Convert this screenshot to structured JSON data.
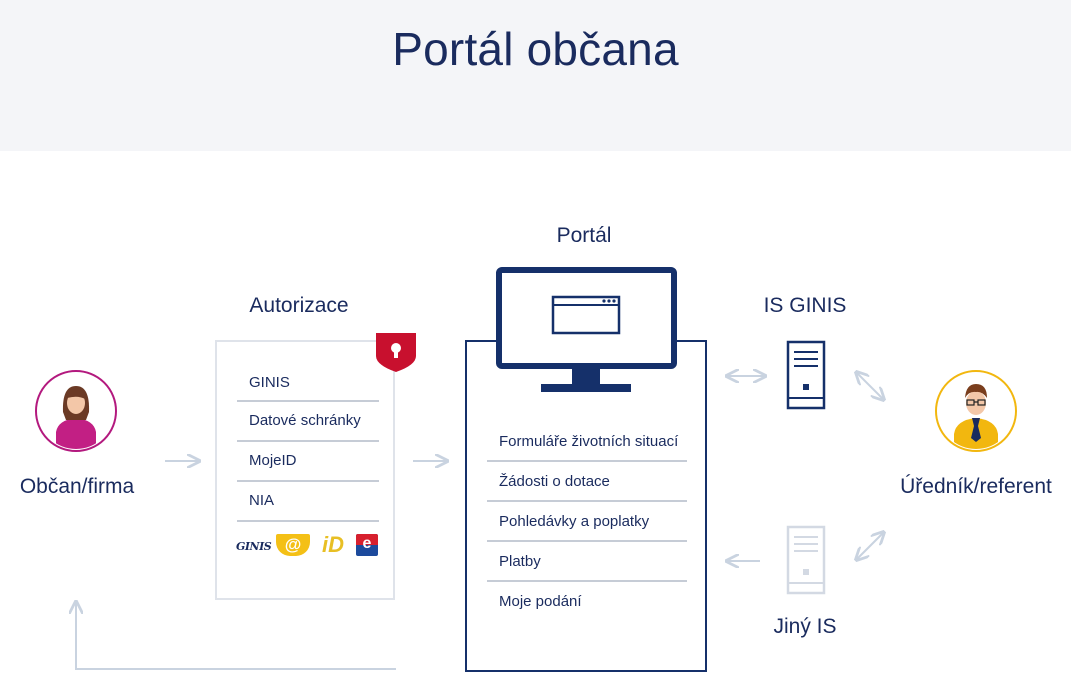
{
  "header": {
    "title": "Portál občana"
  },
  "nodes": {
    "citizen": {
      "label": "Občan/firma"
    },
    "authorization": {
      "label": "Autorizace",
      "items": [
        "GINIS",
        "Datové schránky",
        "MojeID",
        "NIA"
      ],
      "logos": {
        "ginis": "GINIS",
        "mojeid": "iD",
        "eidentita": "e"
      }
    },
    "portal": {
      "label": "Portál",
      "items": [
        "Formuláře životních situací",
        "Žádosti o dotace",
        "Pohledávky a poplatky",
        "Platby",
        "Moje podání"
      ]
    },
    "is_ginis": {
      "label": "IS GINIS"
    },
    "other_is": {
      "label": "Jiný IS"
    },
    "official": {
      "label": "Úředník/referent"
    }
  },
  "colors": {
    "navy": "#15306a",
    "citizen_ring": "#b3197e",
    "official_ring": "#f2b70f",
    "shield": "#c8102e",
    "arrow": "#c9d3e0",
    "border": "#dfe3ea"
  },
  "icons": [
    "citizen-avatar-icon",
    "official-avatar-icon",
    "shield-lock-icon",
    "monitor-icon",
    "server-icon",
    "arrow-icon"
  ]
}
